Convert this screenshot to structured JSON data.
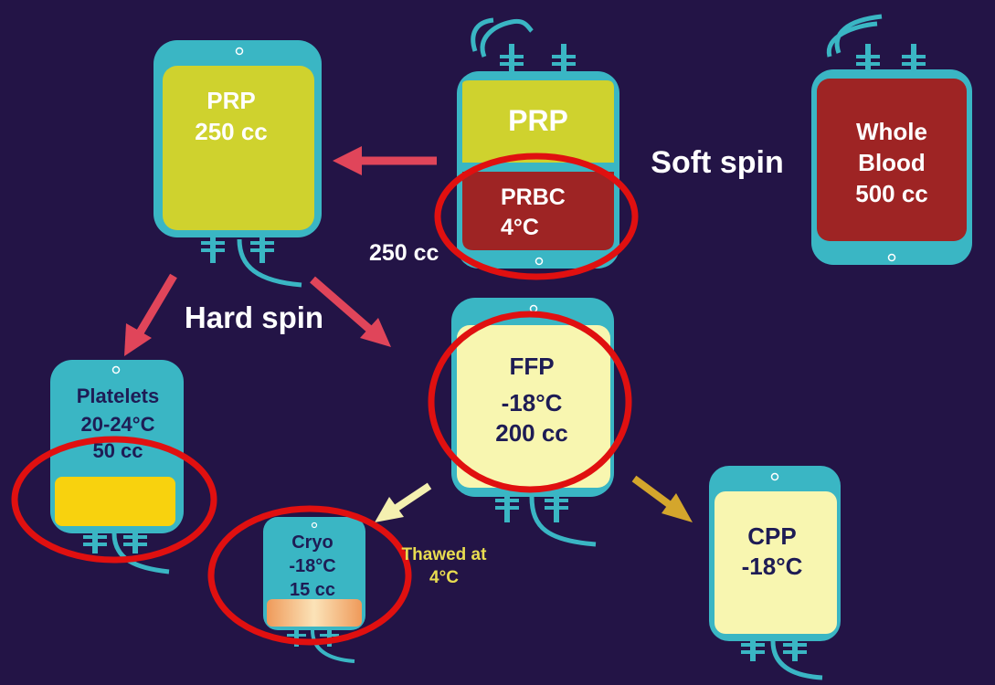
{
  "bags": {
    "whole_blood": {
      "lines": [
        "Whole",
        "Blood",
        "500 cc"
      ]
    },
    "separated": {
      "top_label": "PRP",
      "bottom_lines": [
        "PRBC",
        "4°C"
      ],
      "side_label": "250 cc"
    },
    "prp": {
      "lines": [
        "PRP",
        "250 cc"
      ]
    },
    "platelets": {
      "lines": [
        "Platelets",
        "20-24°C",
        "50 cc"
      ]
    },
    "ffp": {
      "lines": [
        "FFP",
        "-18°C",
        "200 cc"
      ]
    },
    "cryo": {
      "lines": [
        "Cryo",
        "-18°C",
        "15 cc"
      ]
    },
    "cpp": {
      "lines": [
        "CPP",
        "-18°C"
      ]
    }
  },
  "steps": {
    "soft_spin": "Soft spin",
    "hard_spin": "Hard spin",
    "thawed": [
      "Thawed at",
      "4°C"
    ]
  },
  "colors": {
    "background": "#231446",
    "bag_frame": "#3ab6c4",
    "prp_fill": "#cfd22e",
    "red_cells": "#9e2424",
    "plasma": "#f8f6b0",
    "platelet_layer": "#f8d20e",
    "cryo_layer": "#f1b47a",
    "arrow_red": "#e0455a",
    "arrow_cream": "#f4f0b0",
    "arrow_gold": "#d4a62c",
    "highlight_circle": "#e01010"
  }
}
